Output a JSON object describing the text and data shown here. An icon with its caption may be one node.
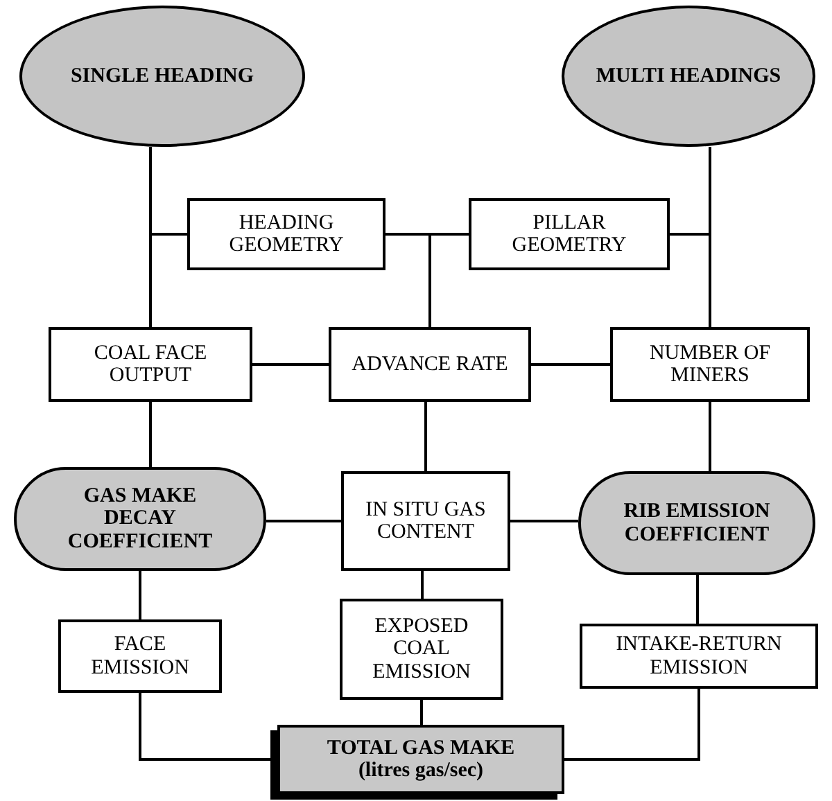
{
  "diagram": {
    "nodes": [
      {
        "text": [
          "SINGLE HEADING"
        ]
      },
      {
        "text": [
          "MULTI HEADINGS"
        ]
      },
      {
        "text": [
          "HEADING GEOMETRY"
        ]
      },
      {
        "text": [
          "PILLAR GEOMETRY"
        ]
      },
      {
        "text": [
          "COAL FACE OUTPUT"
        ]
      },
      {
        "text": [
          "ADVANCE RATE"
        ]
      },
      {
        "text": [
          "NUMBER OF MINERS"
        ]
      },
      {
        "text": [
          "GAS MAKE DECAY COEFFICIENT"
        ]
      },
      {
        "text": [
          "IN SITU GAS CONTENT"
        ]
      },
      {
        "text": [
          "RIB EMISSION COEFFICIENT"
        ]
      },
      {
        "text": [
          "FACE EMISSION"
        ]
      },
      {
        "text": [
          "EXPOSED COAL EMISSION"
        ]
      },
      {
        "text": [
          "INTAKE-RETURN EMISSION"
        ]
      },
      {
        "text": [
          "TOTAL GAS MAKE",
          "(litres gas/sec)"
        ]
      }
    ],
    "edges": [
      {
        "from": 0,
        "to": 4,
        "arrow": "none"
      },
      {
        "from": 2,
        "to": 4,
        "arrow": "none"
      },
      {
        "from": 2,
        "to": 3,
        "arrow": "none"
      },
      {
        "from": 2,
        "to": 5,
        "arrow": "none"
      },
      {
        "from": 1,
        "to": 6,
        "arrow": "none"
      },
      {
        "from": 3,
        "to": 6,
        "arrow": "none"
      },
      {
        "from": 4,
        "to": 5,
        "arrow": "none"
      },
      {
        "from": 5,
        "to": 6,
        "arrow": "none"
      },
      {
        "from": 4,
        "to": 7,
        "arrow": "none"
      },
      {
        "from": 5,
        "to": 8,
        "arrow": "none"
      },
      {
        "from": 6,
        "to": 9,
        "arrow": "none"
      },
      {
        "from": 7,
        "to": 8,
        "arrow": "none"
      },
      {
        "from": 8,
        "to": 9,
        "arrow": "none"
      },
      {
        "from": 7,
        "to": 10,
        "arrow": "none"
      },
      {
        "from": 8,
        "to": 11,
        "arrow": "none"
      },
      {
        "from": 9,
        "to": 12,
        "arrow": "none"
      },
      {
        "from": 10,
        "to": 13,
        "arrow": "none"
      },
      {
        "from": 11,
        "to": 13,
        "arrow": "none"
      },
      {
        "from": 12,
        "to": 13,
        "arrow": "none"
      }
    ]
  }
}
